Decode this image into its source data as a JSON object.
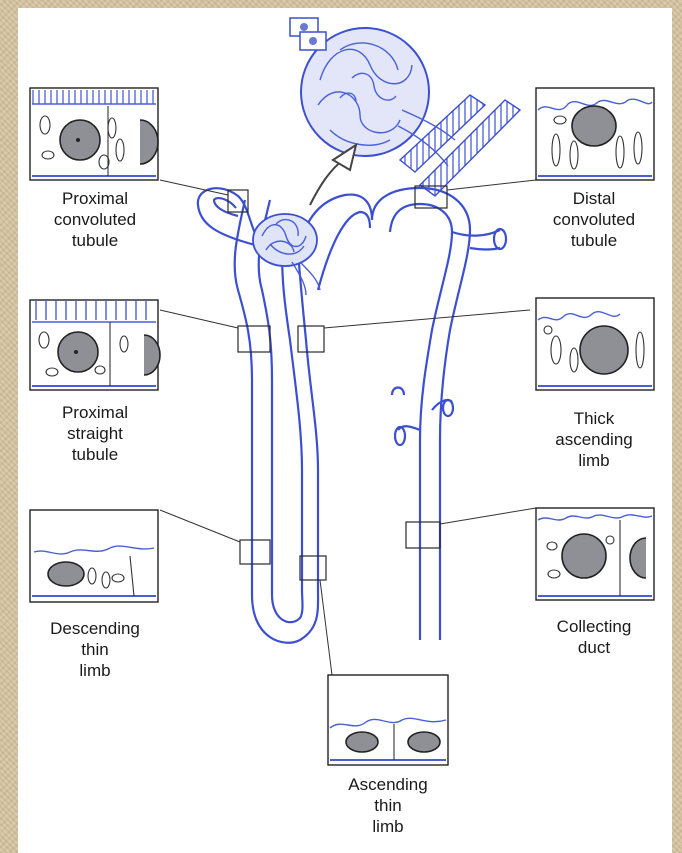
{
  "labels": {
    "proximal_convoluted": "Proximal\nconvoluted\ntubule",
    "distal_convoluted": "Distal\nconvoluted\ntubule",
    "proximal_straight": "Proximal\nstraight\ntubule",
    "thick_ascending": "Thick\nascending\nlimb",
    "descending_thin": "Descending\nthin\nlimb",
    "collecting_duct": "Collecting\nduct",
    "ascending_thin": "Ascending\nthin\nlimb"
  },
  "colors": {
    "tubule_outline": "#3b4fd0",
    "nucleus": "#8f8f96",
    "background_texture": "#d6c6a4"
  }
}
